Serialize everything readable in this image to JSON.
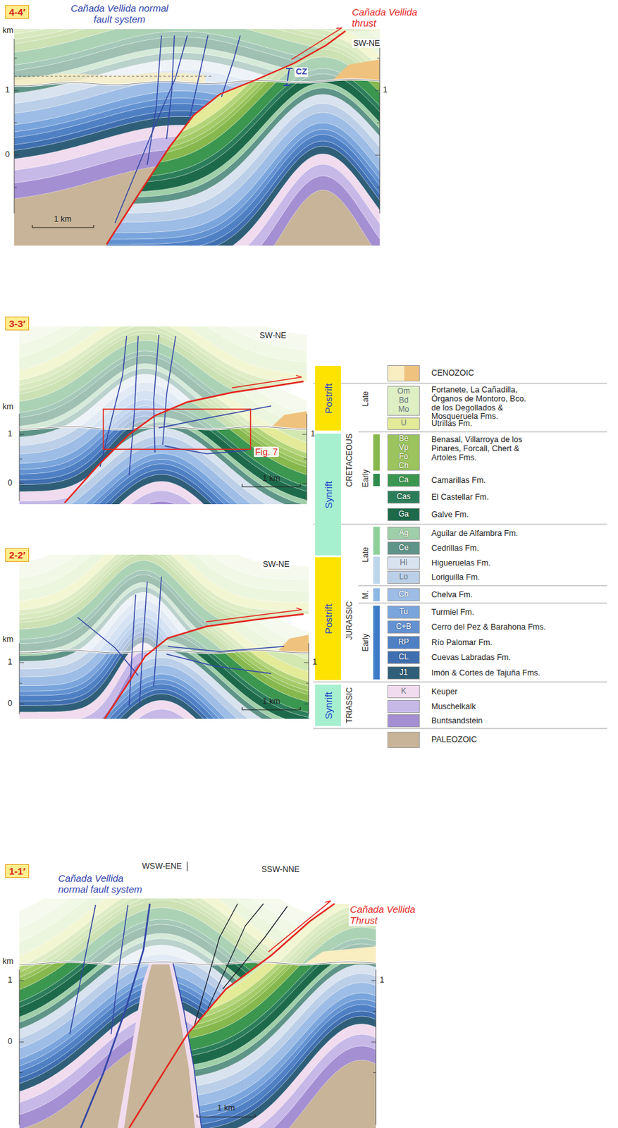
{
  "diagram": {
    "nodes": [
      {
        "text": [
          "4-4′"
        ]
      },
      {
        "text": [
          "3-3′"
        ]
      },
      {
        "text": [
          "Postrift"
        ]
      },
      {
        "text": [
          "Synrift"
        ]
      },
      {
        "text": [
          "Postrift"
        ]
      },
      {
        "text": [
          "Synrift"
        ]
      },
      {
        "text": [
          "2-2′"
        ]
      },
      {
        "text": [
          "1-1′"
        ]
      }
    ],
    "labels": [
      "Cañada Vellida normal fault system",
      "Cañada Vellida thrust",
      "CZ",
      "SW-NE",
      "km",
      "1",
      "0",
      "1",
      "1 km",
      "SW-NE",
      "km",
      "1",
      "0",
      "1",
      "Fig. 7",
      "1 km",
      "CRETACEOUS",
      "Late",
      "Early",
      "Om",
      "Bd",
      "Mo",
      "U",
      "Be",
      "Vp",
      "Fo",
      "Ch",
      "Ca",
      "Cas",
      "Ga",
      "JURASSIC",
      "Late",
      "M.",
      "Early",
      "Ag",
      "Ce",
      "Hi",
      "Lo",
      "Ch",
      "Tu",
      "C+B",
      "RP",
      "CL",
      "J1",
      "TRIASSIC",
      "K",
      "SW-NE",
      "km",
      "1",
      "0",
      "1",
      "1 km",
      "Cañada Vellida normal fault system",
      "WSW-ENE",
      "SSW-NNE",
      "Cañada Vellida Thrust",
      "km",
      "1",
      "0",
      "1",
      "1 km"
    ],
    "legend": [
      {
        "text": "CENOZOIC",
        "color": "#f9edc2"
      },
      {
        "text": "Fortanete, La Cañadilla, Órganos de Montoro, Bco. de los Degollados & Mosqueruela Fms.",
        "color": "#deefc4"
      },
      {
        "text": "Utrillas Fm.",
        "color": "#e3ea98"
      },
      {
        "text": "Benasal, Villarroya de los Pinares, Forcall, Chert & Artoles Fms.",
        "color": "#9cc45e"
      },
      {
        "text": "Camarillas Fm.",
        "color": "#3b9650"
      },
      {
        "text": "El Castellar Fm.",
        "color": "#2b7d5a"
      },
      {
        "text": "Galve Fm.",
        "color": "#1d6a4a"
      },
      {
        "text": "Aguilar de Alfambra Fm.",
        "color": "#9fcfa8"
      },
      {
        "text": "Cedrillas Fm.",
        "color": "#5f9488"
      },
      {
        "text": "Higueruelas Fm.",
        "color": "#d8e3ef"
      },
      {
        "text": "Loriguilla Fm.",
        "color": "#bccfe8"
      },
      {
        "text": "Chelva Fm.",
        "color": "#9dbde6"
      },
      {
        "text": "Turmiel Fm.",
        "color": "#7aa5dc"
      },
      {
        "text": "Cerro del Pez & Barahona Fms.",
        "color": "#6392d2"
      },
      {
        "text": "Río Palomar Fm.",
        "color": "#4f80c4"
      },
      {
        "text": "Cuevas Labradas Fm.",
        "color": "#3f6fb0"
      },
      {
        "text": "Imón & Cortes de Tajuña Fms.",
        "color": "#2f5f78"
      },
      {
        "text": "Keuper",
        "color": "#f0dcee"
      },
      {
        "text": "Muschelkalk",
        "color": "#c6b9e8"
      },
      {
        "text": "Buntsandstein",
        "color": "#a48fd2"
      },
      {
        "text": "PALEOZOIC",
        "color": "#c8b498"
      }
    ]
  }
}
